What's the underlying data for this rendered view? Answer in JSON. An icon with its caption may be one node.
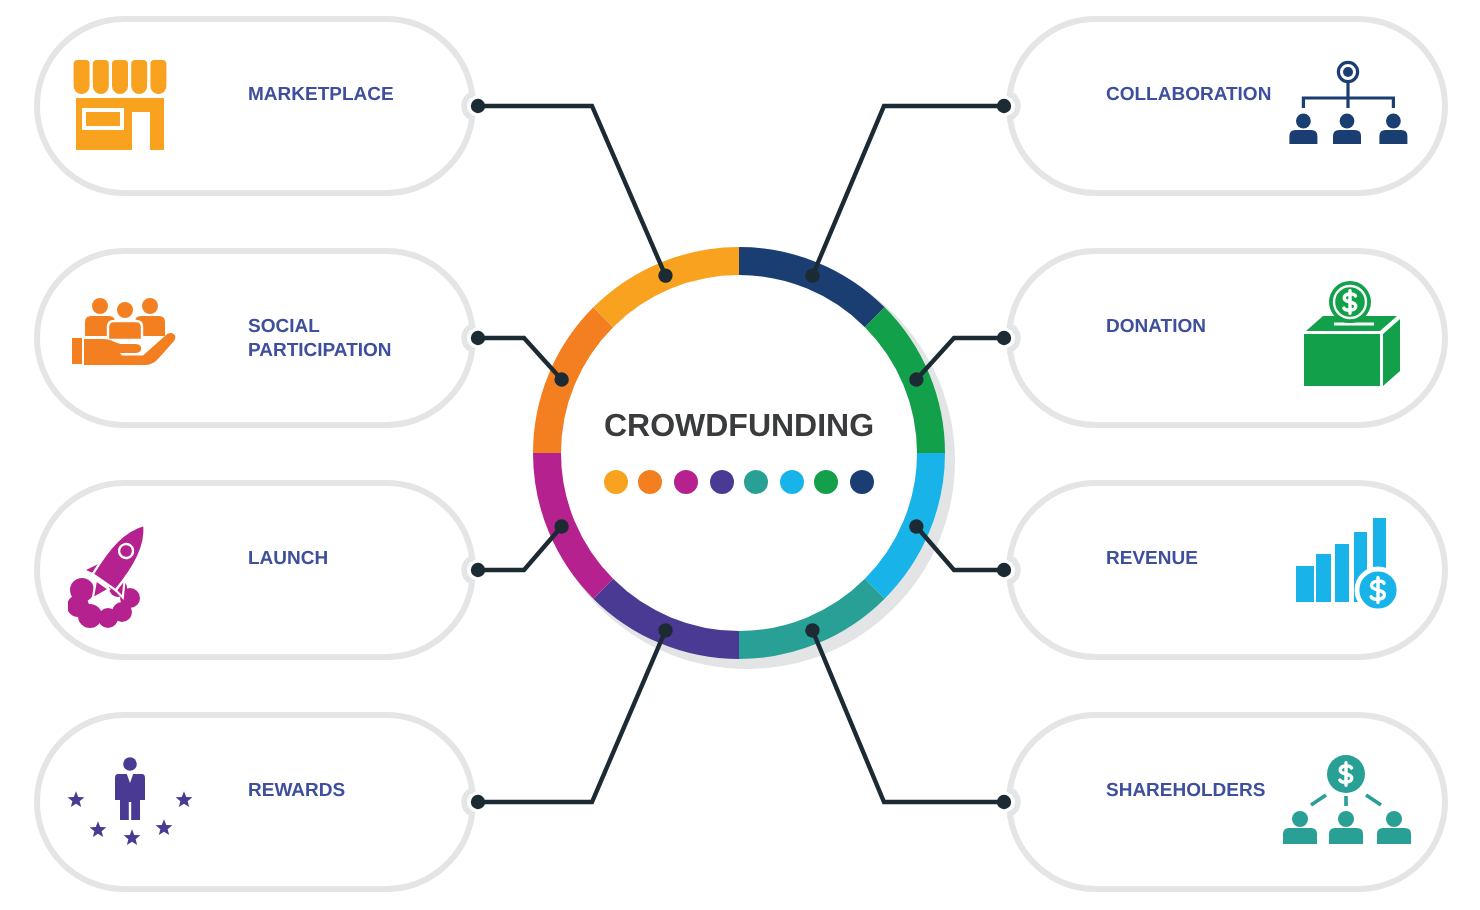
{
  "diagram": {
    "nodes": [
      {
        "text": [
          "MARKETPLACE"
        ]
      },
      {
        "text": [
          "COLLABORATION"
        ]
      },
      {
        "text": [
          "SOCIAL PARTICIPATION"
        ]
      },
      {
        "text": [
          "DONATION"
        ]
      },
      {
        "text": [
          "CROWDFUNDING"
        ]
      },
      {
        "text": [
          "LAUNCH"
        ]
      },
      {
        "text": [
          "REVENUE"
        ]
      },
      {
        "text": [
          "REWARDS"
        ]
      },
      {
        "text": [
          "SHAREHOLDERS"
        ]
      }
    ],
    "edges": [
      {
        "from": 0,
        "to": 4,
        "arrow": "other"
      },
      {
        "from": 1,
        "to": 4,
        "arrow": "other"
      },
      {
        "from": 2,
        "to": 4,
        "arrow": "other"
      },
      {
        "from": 3,
        "to": 4,
        "arrow": "other"
      },
      {
        "from": 5,
        "to": 4,
        "arrow": "other"
      },
      {
        "from": 6,
        "to": 4,
        "arrow": "other"
      },
      {
        "from": 7,
        "to": 4,
        "arrow": "other"
      },
      {
        "from": 8,
        "to": 4,
        "arrow": "other"
      }
    ]
  }
}
